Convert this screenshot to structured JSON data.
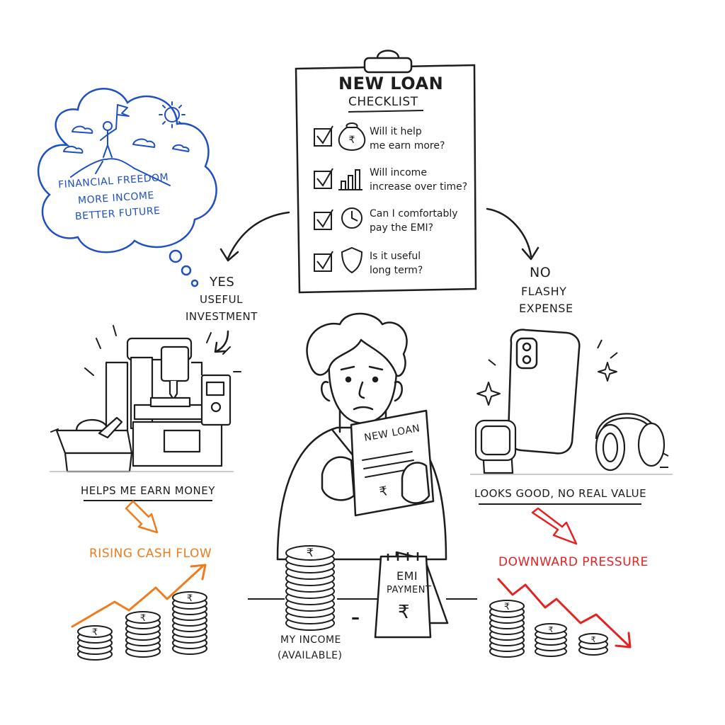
{
  "colors": {
    "ink": "#1d1d1d",
    "blue": "#1f4fc4",
    "orange": "#f07b1d",
    "red": "#e32222"
  },
  "checklist": {
    "title": "NEW LOAN",
    "subtitle": "CHECKLIST",
    "items": [
      {
        "line1": "Will it help",
        "line2": "me earn more?",
        "icon": "rupee-bag-icon"
      },
      {
        "line1": "Will income",
        "line2": "increase over time?",
        "icon": "bar-chart-icon"
      },
      {
        "line1": "Can I comfortably",
        "line2": "pay the EMI?",
        "icon": "clock-icon"
      },
      {
        "line1": "Is it useful",
        "line2": "long term?",
        "icon": "shield-icon"
      }
    ]
  },
  "dream": {
    "line1": "FINANCIAL FREEDOM",
    "line2": "MORE INCOME",
    "line3": "BETTER FUTURE"
  },
  "yes_branch": {
    "line1": "YES",
    "line2": "USEFUL",
    "line3": "INVESTMENT",
    "caption": "HELPS ME EARN MONEY",
    "trend": "RISING CASH FLOW"
  },
  "no_branch": {
    "line1": "NO",
    "line2": "FLASHY",
    "line3": "EXPENSE",
    "caption": "LOOKS GOOD, NO REAL VALUE",
    "trend": "DOWNWARD PRESSURE"
  },
  "center": {
    "paper_title": "NEW LOAN",
    "paper_symbol": "₹",
    "income_line1": "MY INCOME",
    "income_line2": "(AVAILABLE)",
    "emi_line1": "EMI",
    "emi_line2": "PAYMENT",
    "emi_symbol": "₹",
    "minus": "–"
  }
}
